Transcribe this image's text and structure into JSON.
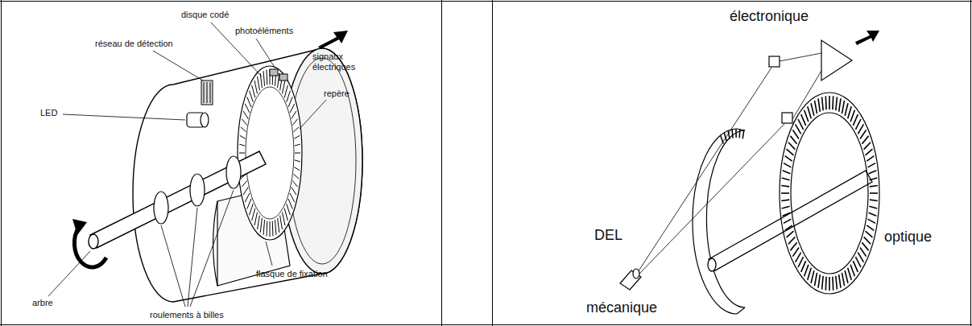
{
  "diagram": {
    "labels": [
      "disque codé",
      "photoéléments",
      "réseau de détection",
      "signaux électriques",
      "repère",
      "LED",
      "arbre",
      "flasque de fixation",
      "roulements à billes",
      "électronique",
      "DEL",
      "optique",
      "mécanique"
    ]
  }
}
